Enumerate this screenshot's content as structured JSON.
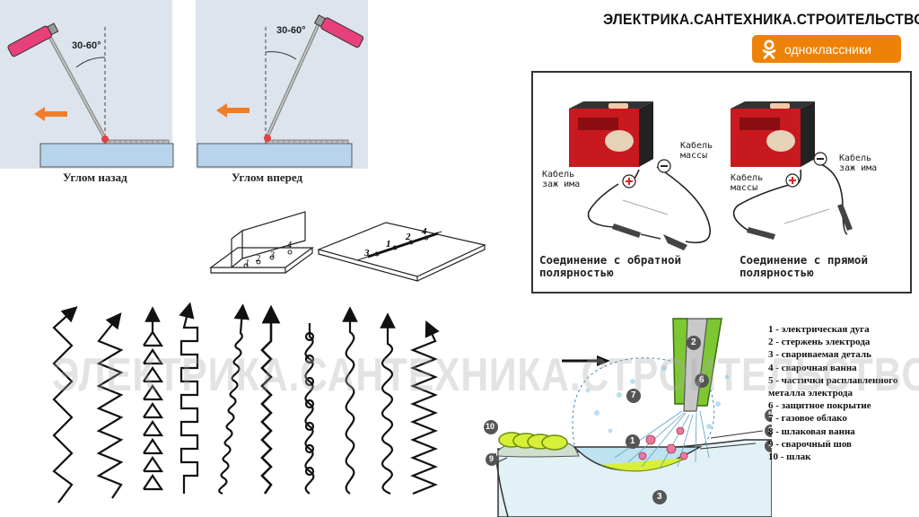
{
  "brand": {
    "title": "ЭЛЕКТРИКА.САНТЕХНИКА.СТРОИТЕЛЬСТВО",
    "social_label": "одноклассники",
    "accent": "#ee8208"
  },
  "angle_panels": {
    "back": {
      "caption": "Углом назад",
      "angle": "30-60°"
    },
    "forward": {
      "caption": "Углом вперед",
      "angle": "30-60°"
    }
  },
  "joints": {
    "tee_numbers": [
      "1",
      "2",
      "3",
      "4"
    ],
    "butt_numbers": [
      "3",
      "1",
      "2",
      "4"
    ]
  },
  "polarity": {
    "left": {
      "ground_cable": "Кабель\nмассы",
      "clamp_cable": "Кабель\nзаж има",
      "caption": "Соединение с обратной\nполярностью"
    },
    "right": {
      "ground_cable": "Кабель\nмассы",
      "clamp_cable": "Кабель\nзаж има",
      "caption": "Соединение с прямой\nполярностью"
    },
    "colors": {
      "welder_red": "#c8191e",
      "plus": "#d22",
      "minus": "#222"
    }
  },
  "arc": {
    "legend": [
      "1 - электрическая дуга",
      "2 - стержень электрода",
      "3 - свариваемая деталь",
      "4 - сварочная ванна",
      "5 - частички расплавленного",
      "металла электрода",
      "6 - защитное покрытие",
      "7 - газовое облако",
      "8 - шлаковая ванна",
      "9 - сварочный шов",
      "10 - шлак"
    ],
    "markers": [
      "1",
      "2",
      "3",
      "4",
      "5",
      "6",
      "7",
      "8",
      "9",
      "10"
    ],
    "colors": {
      "coating": "#7dc832",
      "marker": "#555555"
    }
  },
  "watermark": "ЭЛЕКТРИКА.САНТЕХНИКА.СТРОИТЕЛЬСТВО"
}
